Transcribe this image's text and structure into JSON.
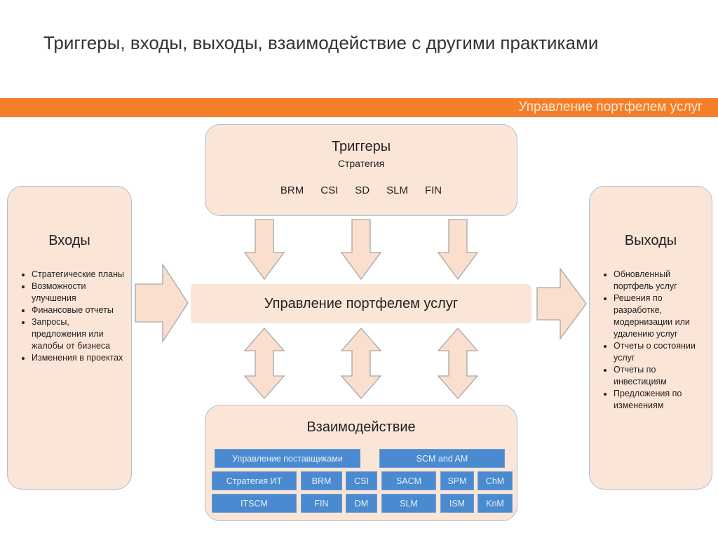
{
  "title": "Триггеры, входы, выходы, взаимодействие с другими практиками",
  "band_label": "Управление портфелем услуг",
  "triggers": {
    "heading": "Триггеры",
    "subheading": "Стратегия",
    "items": [
      "BRM",
      "CSI",
      "SD",
      "SLM",
      "FIN"
    ]
  },
  "inputs": {
    "heading": "Входы",
    "items": [
      "Стратегические планы",
      "Возможности улучшения",
      "Финансовые отчеты",
      "Запросы, предложения или жалобы от бизнеса",
      "Изменения в проектах"
    ]
  },
  "outputs": {
    "heading": "Выходы",
    "items": [
      "Обновленный портфель услуг",
      "Решения по разработке, модернизации или удалению услуг",
      "Отчеты о состоянии услуг",
      "Отчеты по инвестициям",
      "Предложения по изменениям"
    ]
  },
  "center": "Управление портфелем услуг",
  "interaction": {
    "heading": "Взаимодействие",
    "row1": [
      "Управление поставщиками",
      "SCM and AM"
    ],
    "row2": [
      "Стратегия ИТ",
      "BRM",
      "CSI",
      "SACM",
      "SPM",
      "ChM"
    ],
    "row3": [
      "ITSCM",
      "FIN",
      "DM",
      "SLM",
      "ISM",
      "KnM"
    ]
  },
  "colors": {
    "band": "#f47f28",
    "box": "#fbe5d7",
    "blue": "#4a8ad0"
  }
}
